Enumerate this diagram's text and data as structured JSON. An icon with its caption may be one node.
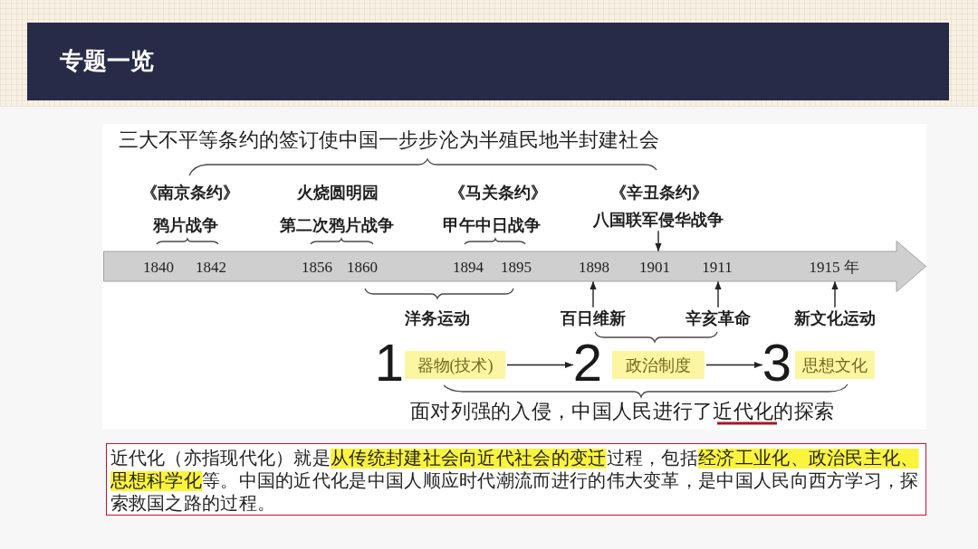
{
  "diagram": {
    "title": "专题一览",
    "nodes": [
      {
        "text": [
          "八国联军侵华战争"
        ]
      },
      {
        "text": [
          "1840",
          "1842",
          "1856",
          "1860",
          "1894",
          "1895",
          "1898",
          "1901",
          "1911",
          "1915 年"
        ]
      },
      {
        "text": [
          "百日维新"
        ]
      },
      {
        "text": [
          "辛亥革命"
        ]
      },
      {
        "text": [
          "新文化运动"
        ]
      },
      {
        "text": [
          "器物(技术)"
        ]
      },
      {
        "text": [
          "2"
        ]
      },
      {
        "text": [
          "政治制度"
        ]
      },
      {
        "text": [
          "3"
        ]
      },
      {
        "text": [
          "思想文化"
        ]
      },
      {
        "text": [
          "近代化（亦指现代化）就是从传统封建社会向近代社会的变迁过程，包括经济工业化、政治民主化、思想科学化等。中国的近代化是中国人顺应时代潮流而进行的伟大变革，是中国人民向西方学习，探索救国之路的过程。"
        ]
      }
    ],
    "edges": [
      {
        "from": 0,
        "to": 1,
        "arrow": "to"
      },
      {
        "from": 2,
        "to": 1,
        "arrow": "to"
      },
      {
        "from": 3,
        "to": 1,
        "arrow": "to"
      },
      {
        "from": 4,
        "to": 1,
        "arrow": "to"
      },
      {
        "from": 5,
        "to": 6,
        "arrow": "to"
      },
      {
        "from": 7,
        "to": 8,
        "arrow": "to"
      }
    ],
    "labels": [
      "三大不平等条约的签订使中国一步步沦为半殖民地半封建社会",
      "《南京条约》",
      "火烧圆明园",
      "《马关条约》",
      "《辛丑条约》",
      "鸦片战争",
      "第二次鸦片战争",
      "甲午中日战争",
      "洋务运动",
      "1",
      "面对列强的入侵，中国人民进行了近代化的探索"
    ]
  }
}
